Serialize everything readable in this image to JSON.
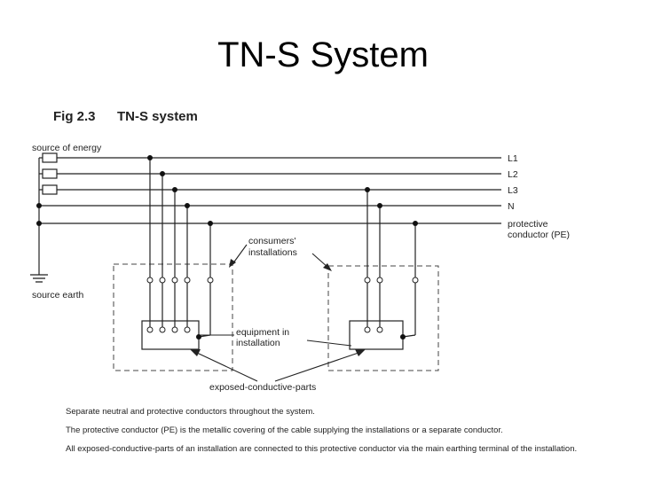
{
  "slide": {
    "title": "TN-S System"
  },
  "figure": {
    "fig_number": "Fig 2.3",
    "fig_title": "TN-S system",
    "labels": {
      "source_of_energy": "source of energy",
      "source_earth": "source earth",
      "consumers_installations_1": "consumers'",
      "consumers_installations_2": "installations",
      "equipment_1": "equipment in",
      "equipment_2": "installation",
      "exposed_parts": "exposed-conductive-parts"
    },
    "conductors": {
      "l1": "L1",
      "l2": "L2",
      "l3": "L3",
      "n": "N",
      "pe_1": "protective",
      "pe_2": "conductor (PE)"
    }
  },
  "captions": [
    "Separate neutral and protective conductors throughout the system.",
    "The protective conductor (PE) is the metallic covering of the cable supplying the installations or a separate conductor.",
    "All exposed-conductive-parts of an installation are connected to this protective conductor via the main earthing terminal of the installation."
  ]
}
